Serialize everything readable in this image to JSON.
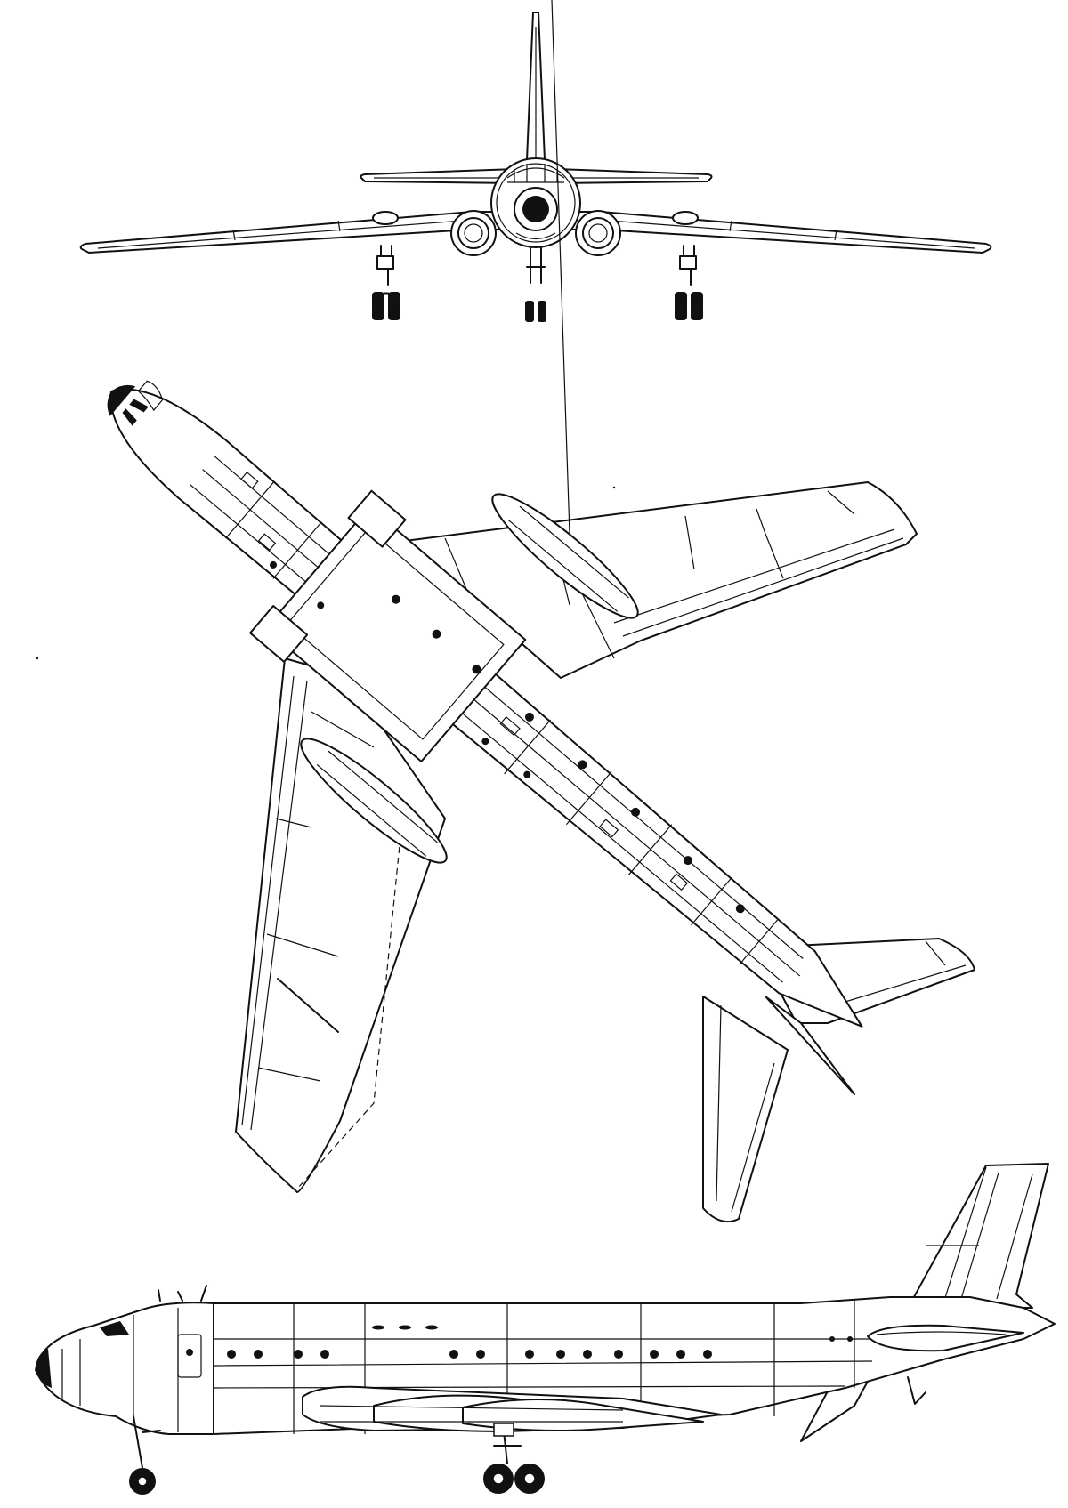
{
  "drawing": {
    "subject": "",
    "views": [
      "front",
      "plan",
      "side"
    ],
    "style": "black line art on white",
    "colors": {
      "ink": "#111111",
      "paper": "#ffffff"
    }
  }
}
